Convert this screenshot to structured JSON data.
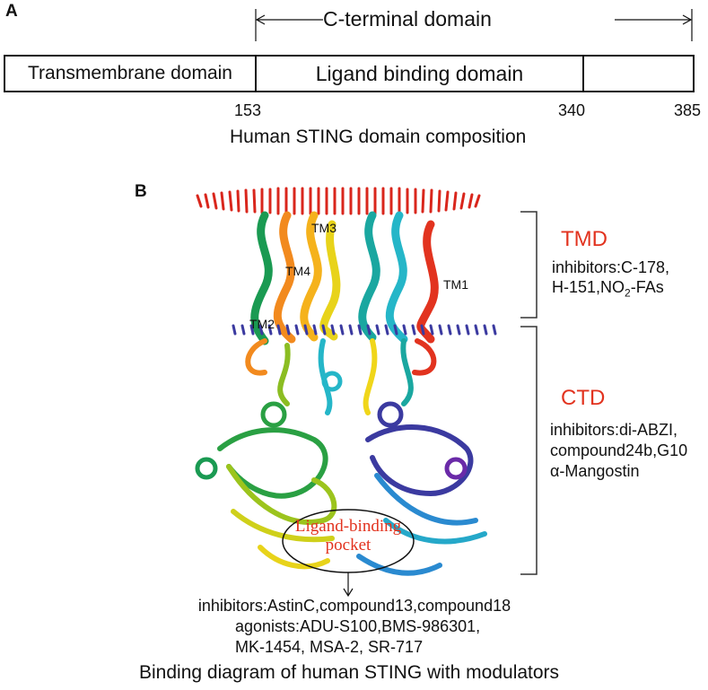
{
  "panel_a": {
    "label": "A",
    "cterm_label": "C-terminal domain",
    "tm_domain": "Transmembrane domain",
    "lbd": "Ligand binding domain",
    "pos_153": "153",
    "pos_340": "340",
    "pos_385": "385",
    "caption": "Human STING domain composition"
  },
  "panel_b": {
    "label": "B",
    "tm1": "TM1",
    "tm2": "TM2",
    "tm3": "TM3",
    "tm4": "TM4",
    "tmd_title": "TMD",
    "tmd_inhib_1": "inhibitors:C-178,",
    "tmd_inhib_2_pre": "H-151,NO",
    "tmd_inhib_2_sub": "2",
    "tmd_inhib_2_post": "-FAs",
    "ctd_title": "CTD",
    "ctd_inhib_1": "inhibitors:di-ABZI,",
    "ctd_inhib_2": "compound24b,G10",
    "ctd_inhib_3": "α-Mangostin",
    "pocket_1": "Ligand-binding",
    "pocket_2": "pocket",
    "bottom_1": "inhibitors:AstinC,compound13,compound18",
    "bottom_2": "agonists:ADU-S100,BMS-986301,",
    "bottom_3": "MK-1454, MSA-2, SR-717",
    "caption": "Binding diagram of human STING with modulators"
  },
  "colors": {
    "label_red": "#e2331f",
    "membrane_top": "#d9261c",
    "membrane_bottom": "#3b3aa0"
  }
}
